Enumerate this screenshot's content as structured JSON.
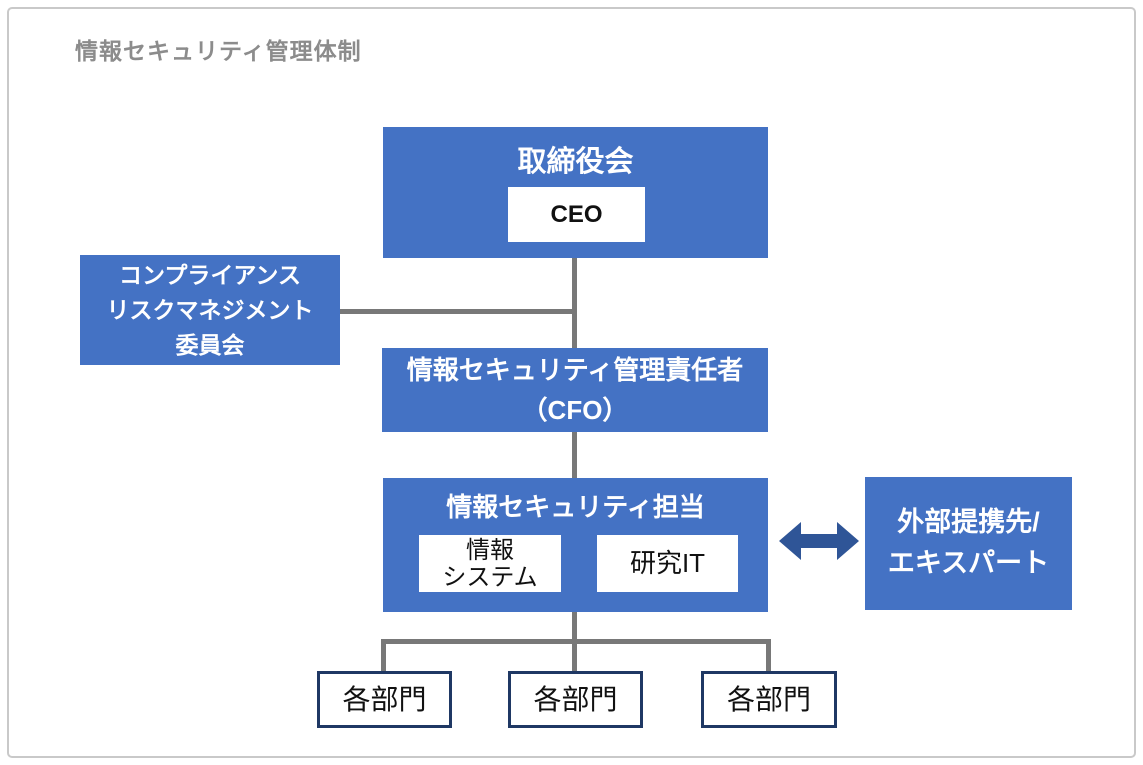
{
  "title": "情報セキュリティ管理体制",
  "nodes": {
    "board": {
      "label": "取締役会",
      "ceo_label": "CEO"
    },
    "committee": {
      "lines": [
        "コンプライアンス",
        "リスクマネジメント",
        "委員会"
      ]
    },
    "ciso": {
      "lines": [
        "情報セキュリティ管理責任者",
        "（CFO）"
      ]
    },
    "security_team": {
      "label": "情報セキュリティ担当",
      "info_system_lines": [
        "情報",
        "システム"
      ],
      "research_it_label": "研究IT"
    },
    "external": {
      "lines": [
        "外部提携先/",
        "エキスパート"
      ]
    },
    "departments": [
      "各部門",
      "各部門",
      "各部門"
    ]
  },
  "icons": {
    "double_arrow": "double-arrow-icon"
  },
  "colors": {
    "box_blue": "#4472C4",
    "arrow_navy": "#2F5597",
    "dept_border_navy": "#1F3864",
    "connector_gray": "#787878",
    "title_gray": "#8c8c8c",
    "frame_gray": "#c9c9c9",
    "text_white": "#ffffff",
    "text_black": "#111111"
  }
}
